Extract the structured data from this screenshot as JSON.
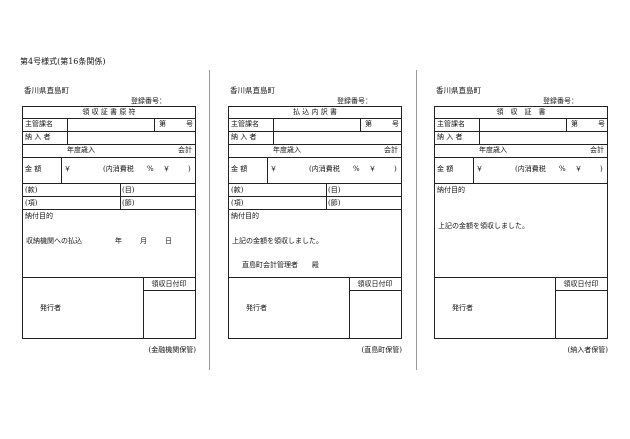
{
  "form_label": "第4号様式(第16条関係)",
  "panels": [
    {
      "municipality": "香川県直島町",
      "registration_label": "登録番号：",
      "doc_type": "領 収 証 書 原 符",
      "section_label": "主管課名",
      "number_prefix": "第",
      "number_suffix": "号",
      "payer_label": "納 入 者",
      "fiscal_year_label": "年度歳入",
      "account_label": "会計",
      "amount_label": "金 額",
      "yen_symbol": "￥",
      "tax_text": "(内消費税",
      "percent_text": "%",
      "tax_yen": "￥",
      "close_paren": ")",
      "kan": "(款)",
      "moku": "(目)",
      "kou": "(項)",
      "setsu": "(節)",
      "purpose_label": "納付目的",
      "body_line1": "収納機関への払込",
      "year_char": "年",
      "month_char": "月",
      "day_char": "日",
      "body_line2": "",
      "stamp_label": "領収日付印",
      "issuer_label": "発行者",
      "footer": "(金融機関保管)"
    },
    {
      "municipality": "香川県直島町",
      "registration_label": "登録番号：",
      "doc_type": "払 込 内 訳 書",
      "section_label": "主管課名",
      "number_prefix": "第",
      "number_suffix": "号",
      "payer_label": "納 入 者",
      "fiscal_year_label": "年度歳入",
      "account_label": "会計",
      "amount_label": "金 額",
      "yen_symbol": "￥",
      "tax_text": "(内消費税",
      "percent_text": "%",
      "tax_yen": "￥",
      "close_paren": ")",
      "kan": "(款)",
      "moku": "(目)",
      "kou": "(項)",
      "setsu": "(節)",
      "purpose_label": "納付目的",
      "body_line1": "上記の金額を領収しました。",
      "year_char": "",
      "month_char": "",
      "day_char": "",
      "body_line2": "直島町会計管理者　　殿",
      "stamp_label": "領収日付印",
      "issuer_label": "発行者",
      "footer": "(直島町保管)"
    },
    {
      "municipality": "香川県直島町",
      "registration_label": "登録番号：",
      "doc_type": "領　収　証　書",
      "section_label": "主管課名",
      "number_prefix": "第",
      "number_suffix": "号",
      "payer_label": "納 入 者",
      "fiscal_year_label": "年度歳入",
      "account_label": "会計",
      "amount_label": "金 額",
      "yen_symbol": "￥",
      "tax_text": "(内消費税",
      "percent_text": "%",
      "tax_yen": "￥",
      "close_paren": ")",
      "kan": "",
      "moku": "",
      "kou": "",
      "setsu": "",
      "purpose_label": "納付目的",
      "body_line1": "上記の金額を領収しました。",
      "year_char": "",
      "month_char": "",
      "day_char": "",
      "body_line2": "",
      "stamp_label": "領収日付印",
      "issuer_label": "発行者",
      "footer": "(納入者保管)"
    }
  ]
}
